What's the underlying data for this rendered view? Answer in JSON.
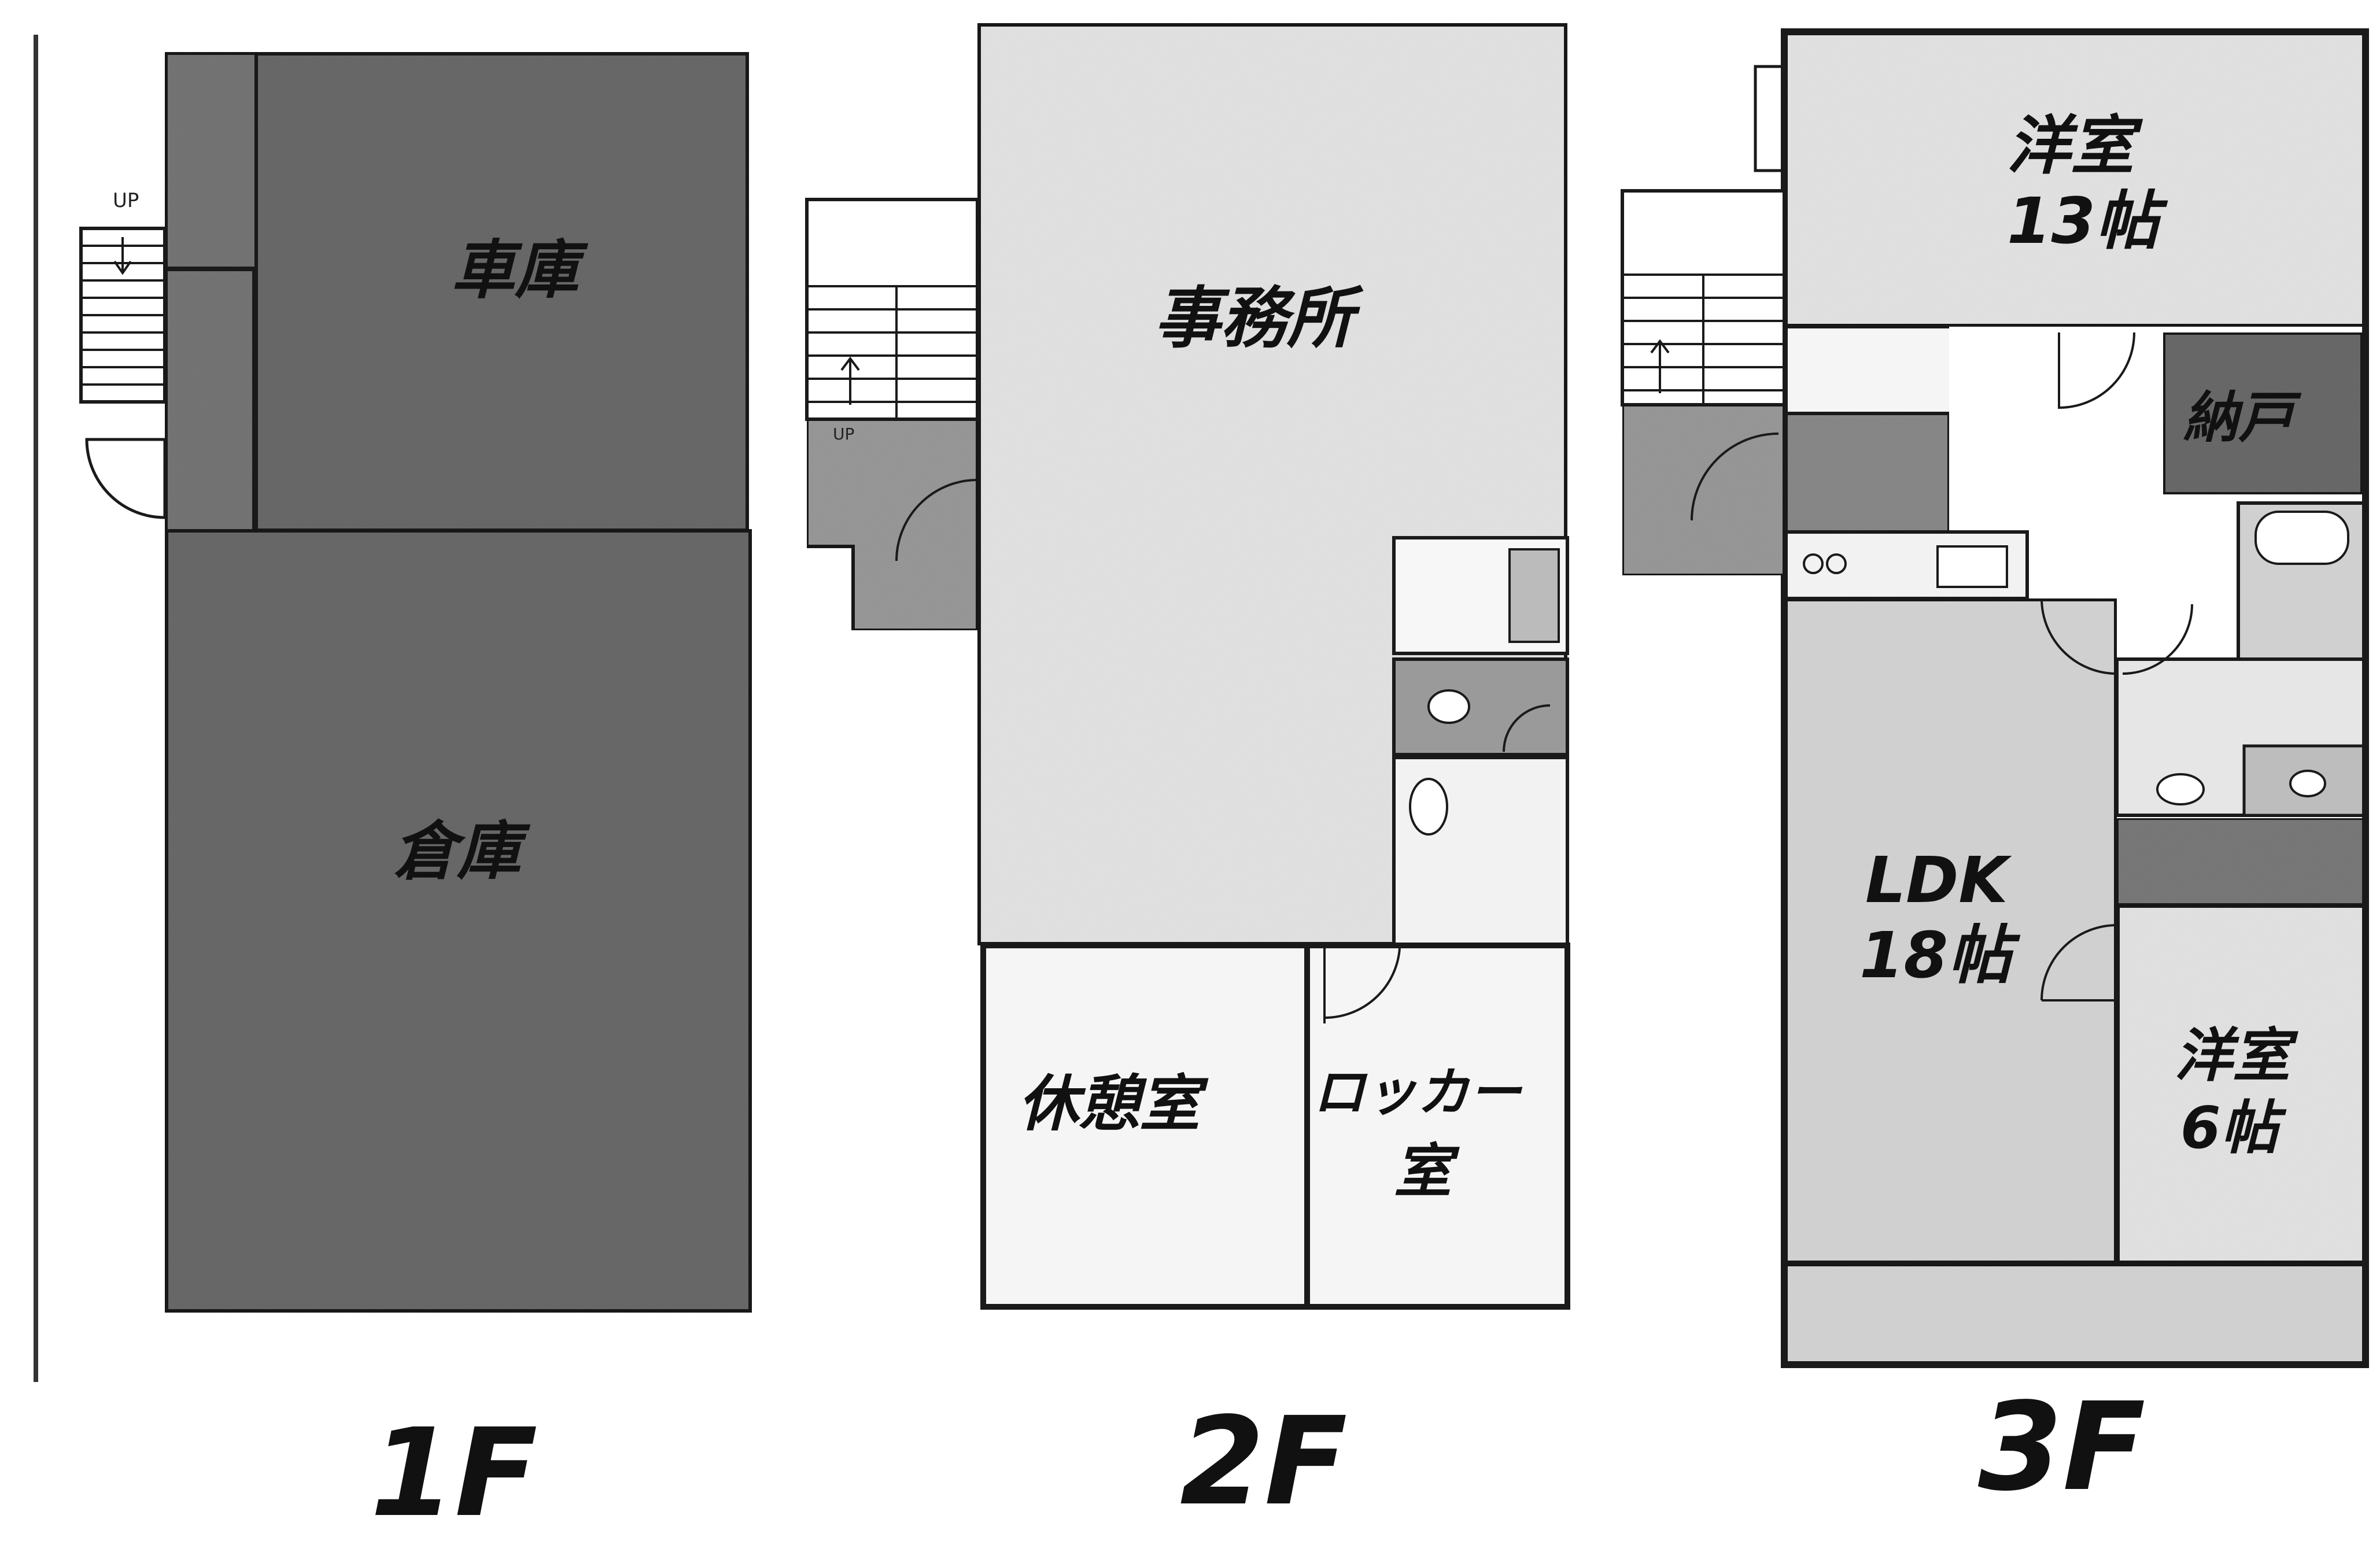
{
  "floors": {
    "f1": {
      "label": "1F",
      "rooms": {
        "garage": "車庫",
        "warehouse": "倉庫"
      },
      "stair_mark": "UP"
    },
    "f2": {
      "label": "2F",
      "rooms": {
        "office": "事務所",
        "break_room": "休憩室",
        "locker_line1": "ロッカー",
        "locker_line2": "室"
      },
      "stair_mark": "UP"
    },
    "f3": {
      "label": "3F",
      "rooms": {
        "western_13_line1": "洋室",
        "western_13_line2": "13帖",
        "storage": "納戸",
        "ldk_line1": "LDK",
        "ldk_line2": "18帖",
        "western_6_line1": "洋室",
        "western_6_line2": "6帖"
      }
    }
  },
  "colors": {
    "dark_room": "#6a6a6a",
    "mid_room": "#9a9a9a",
    "light_room": "#d6d6d6",
    "pale_room": "#e6e6e6",
    "wall": "#1a1a1a"
  }
}
